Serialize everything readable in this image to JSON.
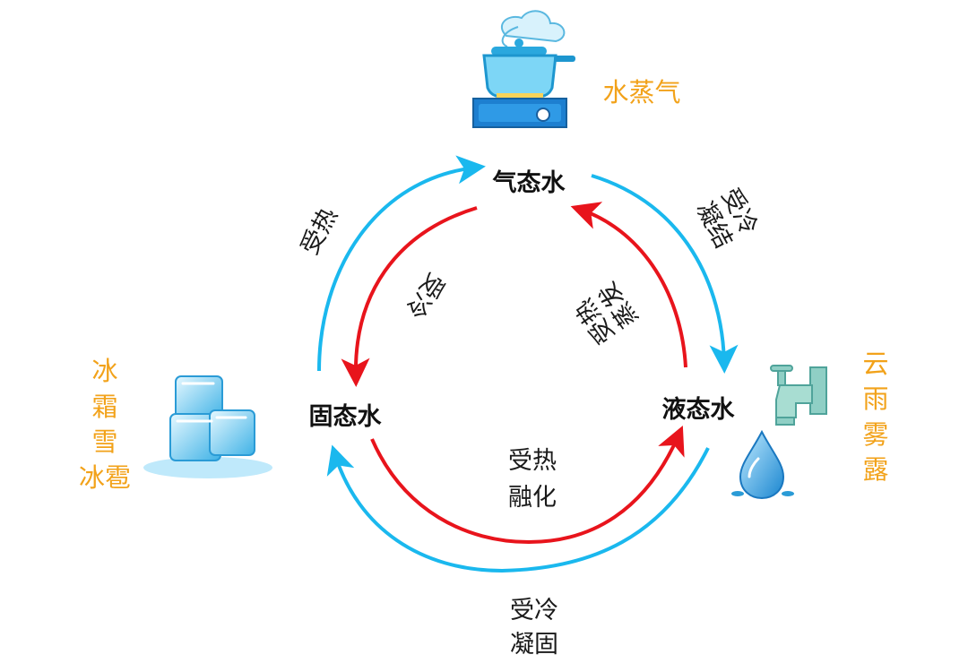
{
  "colors": {
    "heating": "#e8141c",
    "cooling": "#1ab8ee",
    "example_text": "#f2a21a"
  },
  "states": {
    "gas": "气态水",
    "solid": "固态水",
    "liquid": "液态水"
  },
  "processes": {
    "solid_to_gas": [
      "受热"
    ],
    "gas_to_liquid": [
      "受冷",
      "凝结"
    ],
    "gas_to_solid": [
      "受冷"
    ],
    "liquid_to_gas": [
      "受热",
      "蒸发"
    ],
    "solid_to_liquid": [
      "受热",
      "融化"
    ],
    "liquid_to_solid": [
      "受冷",
      "凝固"
    ]
  },
  "examples": {
    "gas": "水蒸气",
    "solid": [
      "冰",
      "霜",
      "雪",
      "冰雹"
    ],
    "liquid": [
      "云",
      "雨",
      "雾",
      "露"
    ]
  },
  "icons": [
    "steaming-pot-icon",
    "ice-cubes-icon",
    "water-tap-icon"
  ]
}
